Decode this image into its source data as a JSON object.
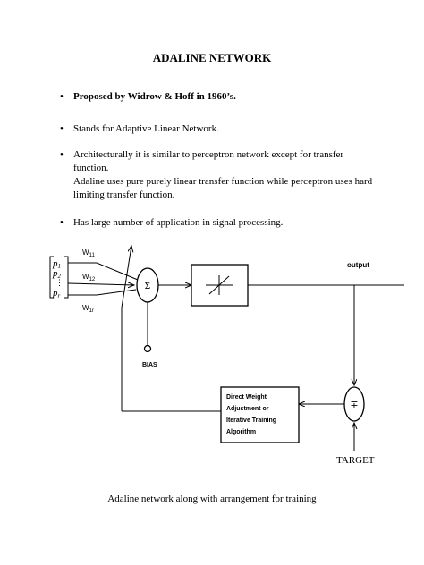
{
  "title": "ADALINE NETWORK",
  "bullets": [
    {
      "lines": [
        "Proposed by Widrow & Hoff in 1960’s."
      ]
    },
    {
      "lines": [
        "Stands for Adaptive Linear Network."
      ]
    },
    {
      "lines": [
        "Architecturally it is similar to perceptron network except for transfer",
        "function.",
        "Adaline uses pure purely linear transfer function while perceptron uses hard",
        "limiting transfer function."
      ]
    },
    {
      "lines": [
        "Has large number of application in signal processing."
      ]
    }
  ],
  "diagram": {
    "inputs": [
      "p",
      "p",
      "⋮",
      "p"
    ],
    "input_subscripts": [
      "1",
      "2",
      "",
      "r"
    ],
    "weights": [
      "W",
      "W",
      "W"
    ],
    "weight_subscripts": [
      "11",
      "12",
      "1r"
    ],
    "sum_symbol": "Σ",
    "bias_label": "BIAS",
    "output_label": "output",
    "target_label": "TARGET",
    "error_symbol": "∓",
    "algorithm_lines": [
      "Direct Weight",
      "Adjustment or",
      "Iterative Training",
      "Algorithm"
    ]
  },
  "caption": "Adaline network along with arrangement for training"
}
